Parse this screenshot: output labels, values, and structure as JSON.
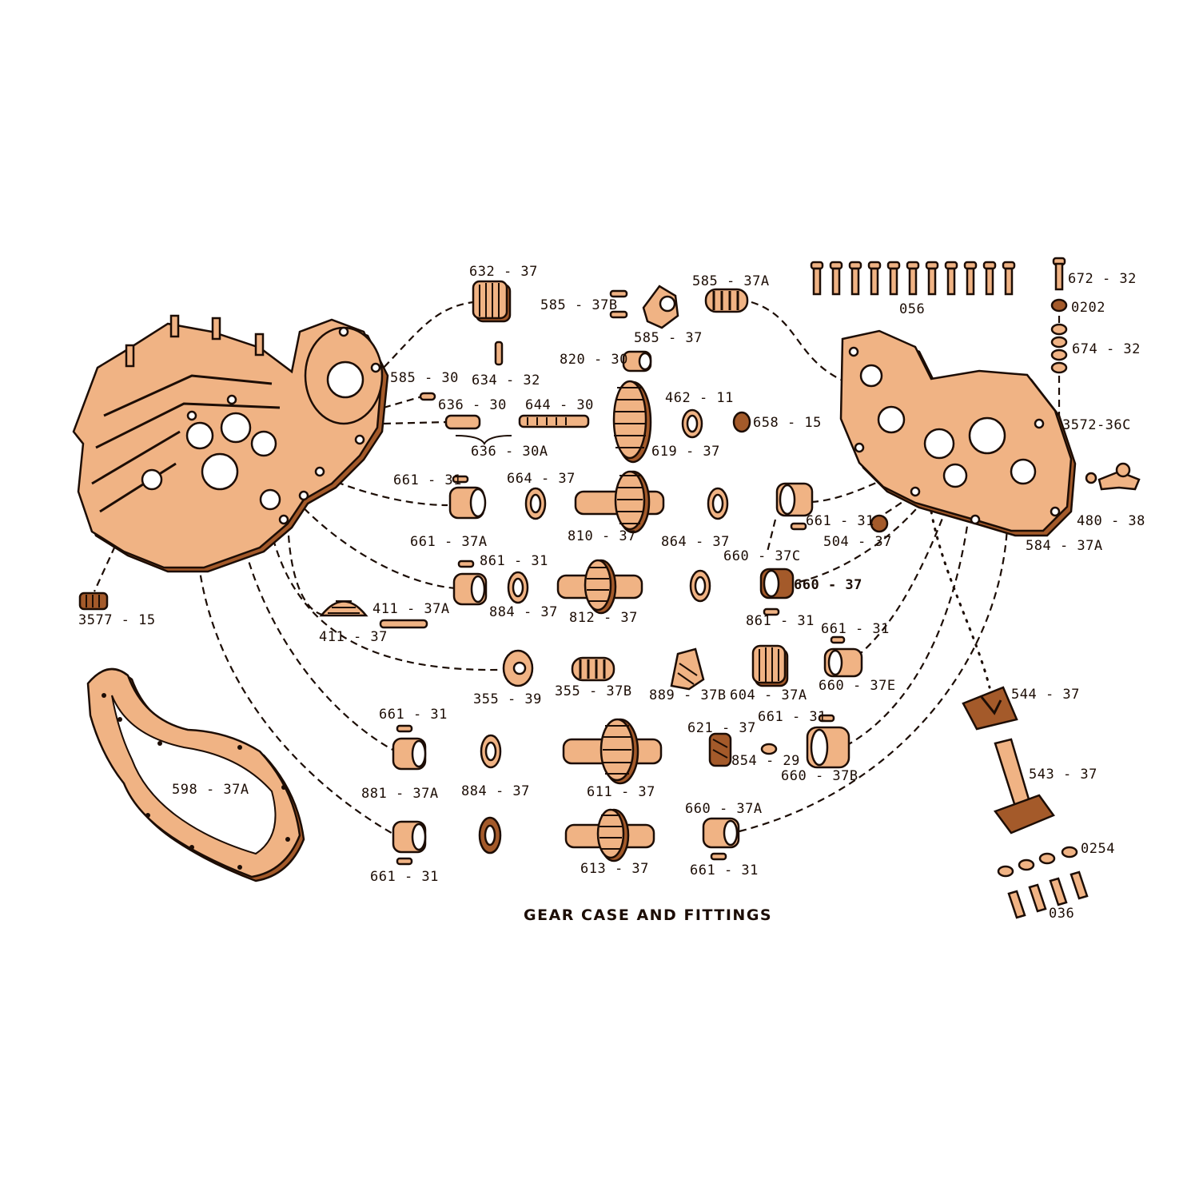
{
  "title": "GEAR CASE AND FITTINGS",
  "colors": {
    "ink": "#1c0d05",
    "sepia_fill": "#f0b384",
    "shadow": "#a45a2a",
    "background": "#ffffff"
  },
  "labels": {
    "l632_37": "632 - 37",
    "l585_37b": "585 - 37B",
    "l585_37": "585 - 37",
    "l585_37a": "585 - 37A",
    "l056": "056",
    "l672_32": "672 - 32",
    "l0202": "0202",
    "l674_32": "674 - 32",
    "l585_30": "585 - 30",
    "l634_32": "634 - 32",
    "l820_30": "820 - 30",
    "l636_30": "636 - 30",
    "l644_30": "644 - 30",
    "l636_30a": "636 - 30A",
    "l462_11": "462 - 11",
    "l658_15": "658 - 15",
    "l619_37": "619 - 37",
    "l3572_36c": "3572-36C",
    "l661_31_a": "661 - 31",
    "l664_37": "664 - 37",
    "l810_37": "810 - 37",
    "l864_37": "864 - 37",
    "l661_31_b": "661 - 31",
    "l504_37": "504 - 37",
    "l480_38": "480 - 38",
    "l584_37a": "584 - 37A",
    "l661_37a": "661 - 37A",
    "l660_37c": "660 - 37C",
    "l861_31_a": "861 - 31",
    "l884_37_a": "884 - 37",
    "l812_37": "812 - 37",
    "l660_37": "660 - 37",
    "l861_31_b": "861 - 31",
    "l411_37a": "411 - 37A",
    "l411_37": "411 - 37",
    "l3577_15": "3577 - 15",
    "l661_31_c": "661 - 31",
    "l660_37e": "660 - 37E",
    "l355_39": "355 - 39",
    "l355_37b": "355 - 37B",
    "l889_37b": "889 - 37B",
    "l604_37a": "604 - 37A",
    "l544_37": "544 - 37",
    "l661_31_d": "661 - 31",
    "l621_37": "621 - 37",
    "l661_31_e": "661 - 31",
    "l854_29": "854 - 29",
    "l660_37b": "660 - 37B",
    "l598_37a": "598 - 37A",
    "l881_37a": "881 - 37A",
    "l884_37_b": "884 - 37",
    "l611_37": "611 - 37",
    "l543_37": "543 - 37",
    "l660_37a": "660 - 37A",
    "l0254": "0254",
    "l661_31_f": "661 - 31",
    "l613_37": "613 - 37",
    "l661_31_g": "661 - 31",
    "l036": "036"
  }
}
